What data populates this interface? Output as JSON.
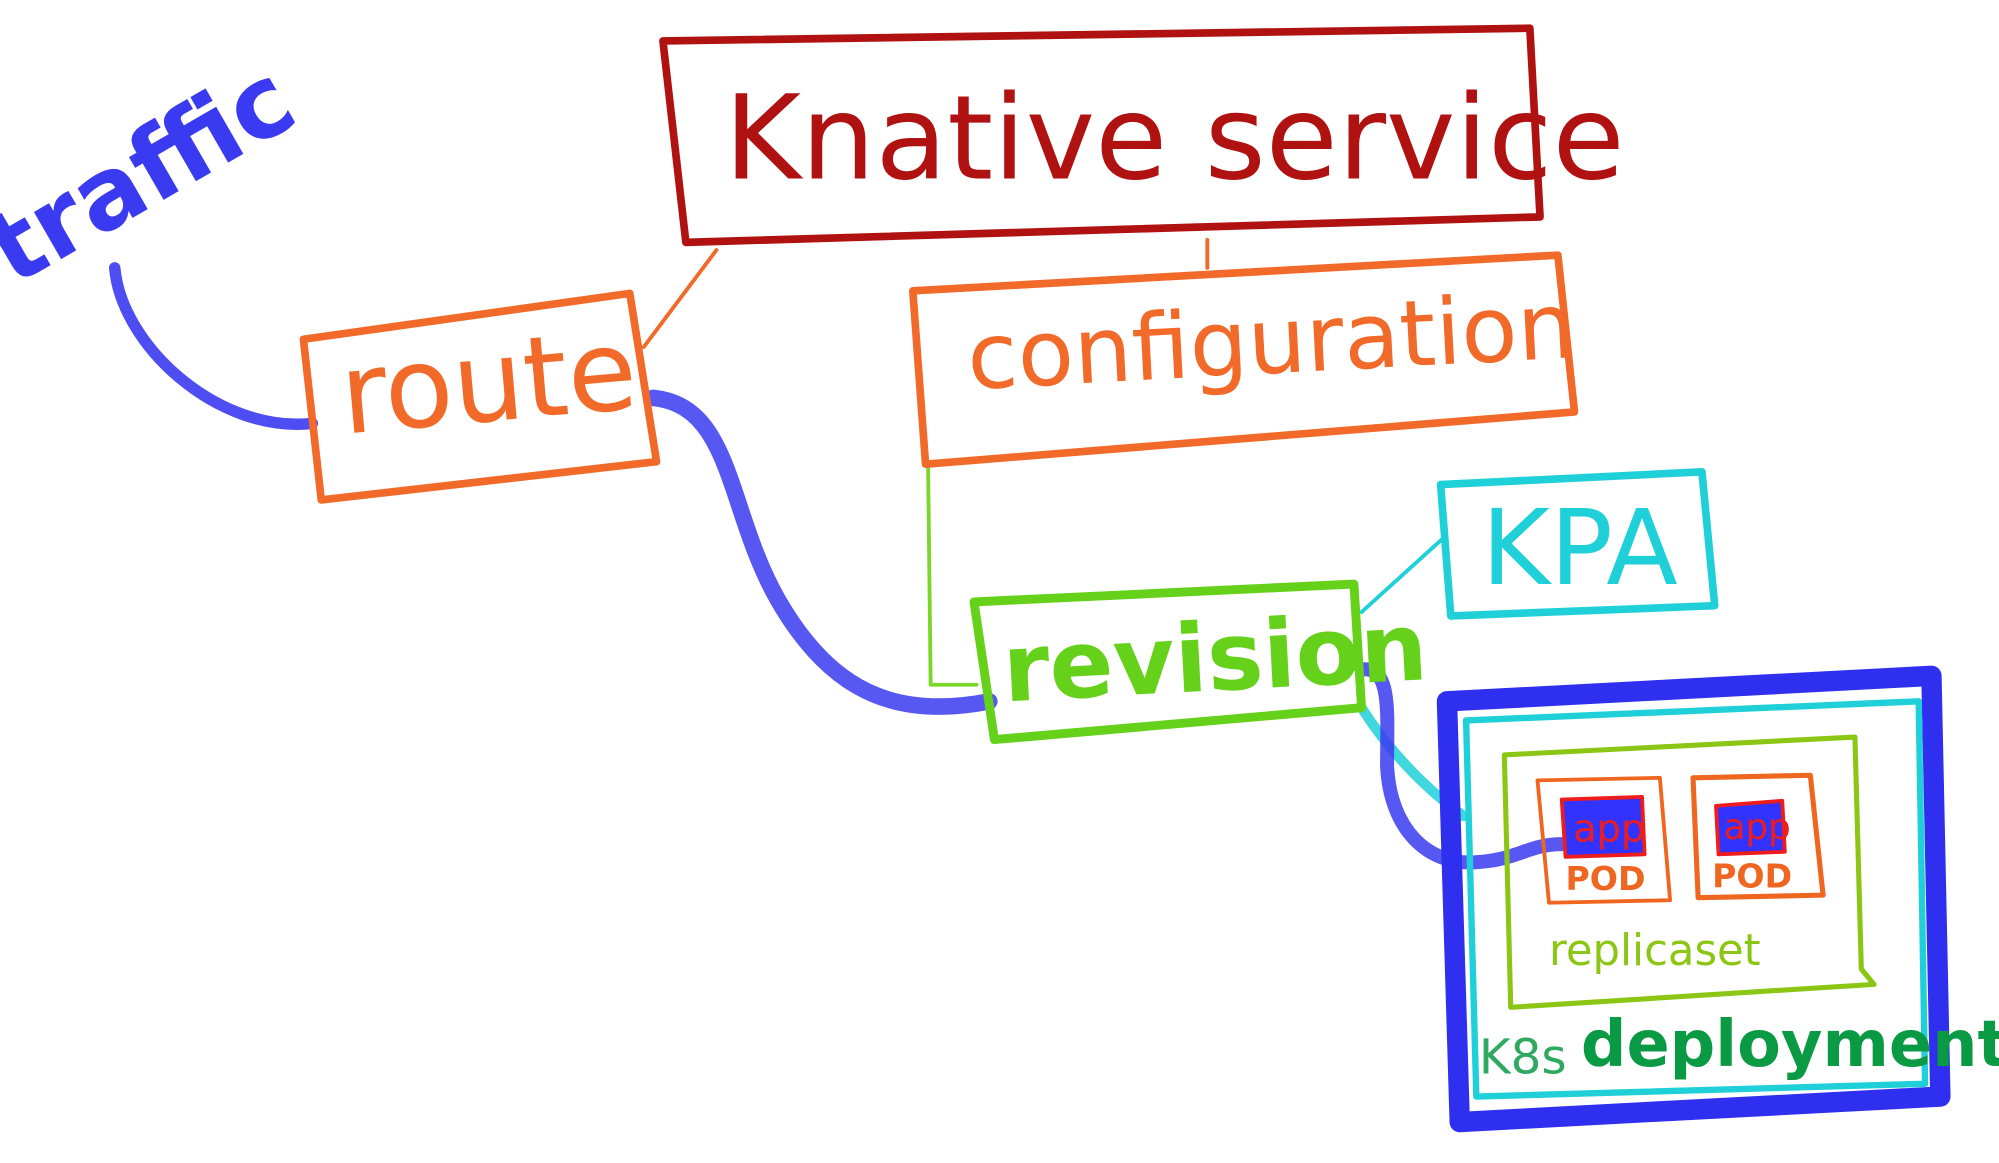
{
  "diagram": {
    "traffic_label": "traffic",
    "knative_service_label": "Knative service",
    "configuration_label": "configuration",
    "route_label": "route",
    "kpa_label": "KPA",
    "revision_label": "revision",
    "replicaset_label": "replicaset",
    "pods": [
      {
        "app_label": "app",
        "pod_label": "POD"
      },
      {
        "app_label": "app",
        "pod_label": "POD"
      }
    ],
    "deployment_prefix": "K8s",
    "deployment_label": "deployment"
  },
  "colors": {
    "traffic": "#3a3af0",
    "knative_service": "#b01212",
    "configuration": "#f26a2a",
    "route": "#f26a2a",
    "kpa": "#20d0d8",
    "revision": "#66d11a",
    "replicaset": "#8cc614",
    "pod": "#ee6620",
    "app_fill": "#3333ff",
    "app_text": "#ee1c1c",
    "deployment_border": "#2f2ff0",
    "deployment_text": "#0a9a44"
  }
}
